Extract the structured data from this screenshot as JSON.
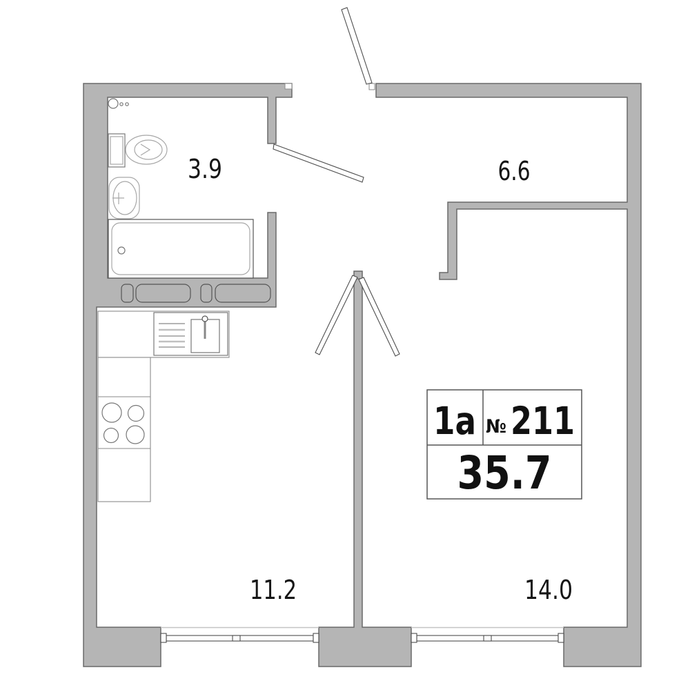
{
  "floorplan": {
    "info_box": {
      "type_label": "1a",
      "number_symbol": "№",
      "number": "211",
      "total_area": "35.7"
    },
    "rooms": {
      "bathroom": {
        "area": "3.9"
      },
      "hallway": {
        "area": "6.6"
      },
      "kitchen": {
        "area": "11.2"
      },
      "living_room": {
        "area": "14.0"
      }
    },
    "colors": {
      "wall_fill": "#b5b5b5",
      "wall_outline": "#6a6a6a",
      "fixture_outline": "#a8a8a8",
      "detail_line": "#4d4d4d",
      "text": "#161616"
    }
  }
}
